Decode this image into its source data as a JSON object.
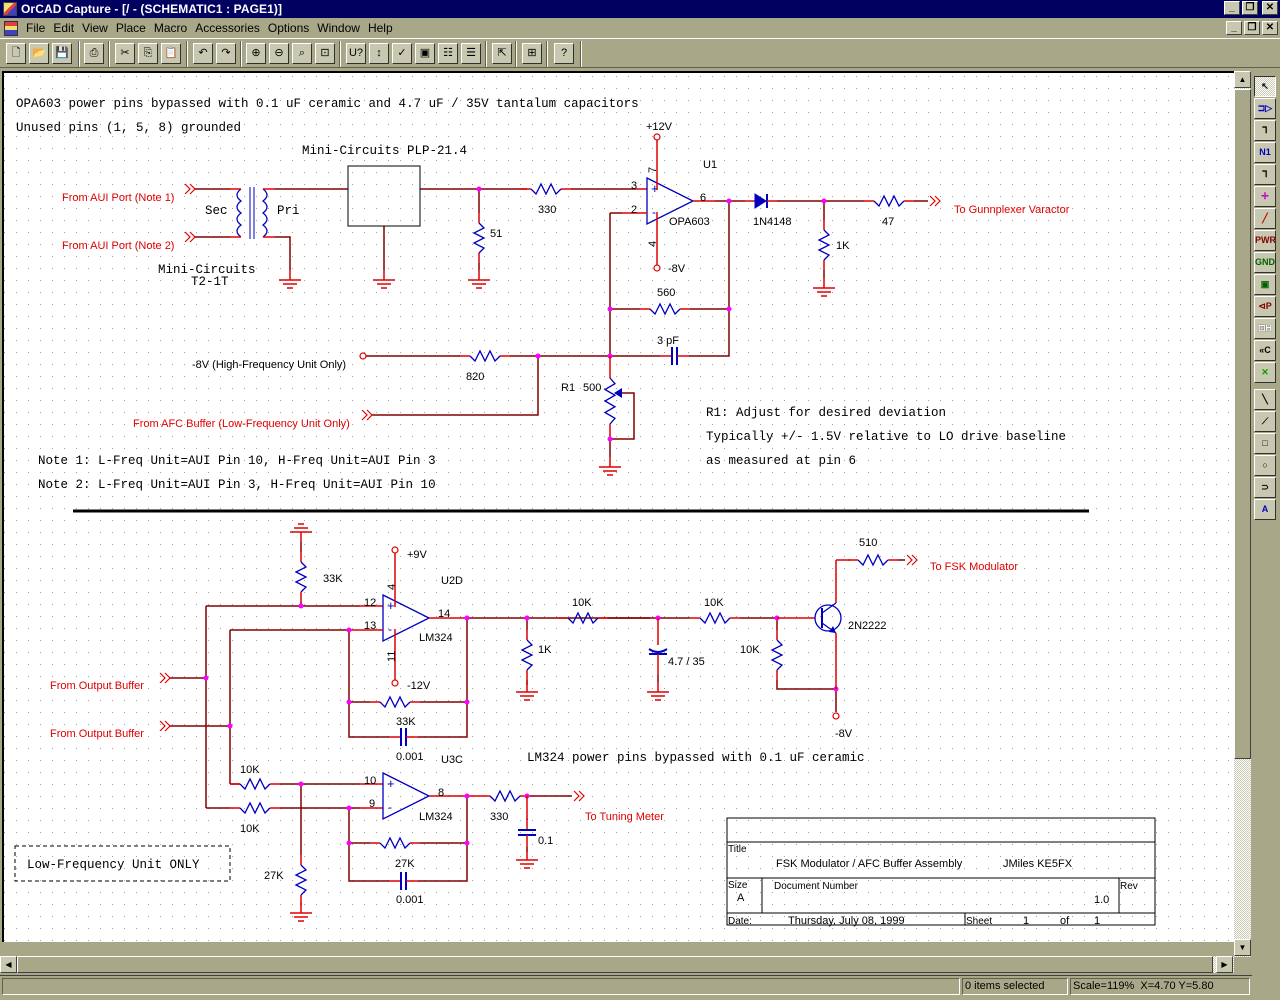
{
  "window": {
    "title": "OrCAD Capture - [/ - (SCHEMATIC1 : PAGE1)]",
    "controls": [
      "minimize",
      "restore",
      "close"
    ]
  },
  "menubar": {
    "items": [
      "File",
      "Edit",
      "View",
      "Place",
      "Macro",
      "Accessories",
      "Options",
      "Window",
      "Help"
    ]
  },
  "toolbar": {
    "buttons": [
      {
        "name": "new",
        "glyph": "🗋"
      },
      {
        "name": "open",
        "glyph": "📂"
      },
      {
        "name": "save",
        "glyph": "💾"
      },
      {
        "name": "print",
        "glyph": "⎙"
      },
      {
        "name": "cut",
        "glyph": "✂"
      },
      {
        "name": "copy",
        "glyph": "⎘"
      },
      {
        "name": "paste",
        "glyph": "📋"
      },
      {
        "name": "undo",
        "glyph": "↶"
      },
      {
        "name": "redo",
        "glyph": "↷"
      },
      {
        "name": "zoom-in",
        "glyph": "⊕"
      },
      {
        "name": "zoom-out",
        "glyph": "⊖"
      },
      {
        "name": "zoom-area",
        "glyph": "⌕"
      },
      {
        "name": "zoom-all",
        "glyph": "⊡"
      },
      {
        "name": "annotate",
        "glyph": "U?"
      },
      {
        "name": "back-annotate",
        "glyph": "↕"
      },
      {
        "name": "design-rules-check",
        "glyph": "✓"
      },
      {
        "name": "create-netlist",
        "glyph": "▣"
      },
      {
        "name": "cross-reference",
        "glyph": "☷"
      },
      {
        "name": "bill-of-materials",
        "glyph": "☰"
      },
      {
        "name": "snap-to-grid",
        "glyph": "⇱"
      },
      {
        "name": "project-manager",
        "glyph": "⊞"
      },
      {
        "name": "help",
        "glyph": "?"
      }
    ]
  },
  "palette": {
    "tools": [
      {
        "name": "select",
        "glyph": "↖",
        "color": "#000000",
        "active": true
      },
      {
        "name": "place-part",
        "glyph": "⊐▷",
        "color": "#0000c0"
      },
      {
        "name": "place-wire",
        "glyph": "⅂",
        "color": "#000000"
      },
      {
        "name": "place-net-alias",
        "glyph": "N1",
        "color": "#0000c0"
      },
      {
        "name": "place-bus",
        "glyph": "⅂",
        "color": "#000000"
      },
      {
        "name": "place-junction",
        "glyph": "✛",
        "color": "#c000c0"
      },
      {
        "name": "place-bus-entry",
        "glyph": "╱",
        "color": "#c00000"
      },
      {
        "name": "place-power",
        "glyph": "PWR",
        "color": "#800000"
      },
      {
        "name": "place-ground",
        "glyph": "GND",
        "color": "#006000"
      },
      {
        "name": "place-hierarchical-block",
        "glyph": "▣",
        "color": "#006000"
      },
      {
        "name": "place-port",
        "glyph": "⊲P",
        "color": "#800000"
      },
      {
        "name": "place-pin",
        "glyph": "⊡H",
        "color": "#ffffff"
      },
      {
        "name": "place-off-page-connector",
        "glyph": "«C",
        "color": "#000000"
      },
      {
        "name": "place-no-connect",
        "glyph": "✕",
        "color": "#00a000"
      },
      {
        "name": "place-line",
        "glyph": "╲",
        "color": "#000000"
      },
      {
        "name": "place-polyline",
        "glyph": "⟋",
        "color": "#000000"
      },
      {
        "name": "place-rectangle",
        "glyph": "□",
        "color": "#000000"
      },
      {
        "name": "place-ellipse",
        "glyph": "○",
        "color": "#000000"
      },
      {
        "name": "place-arc",
        "glyph": "⊃",
        "color": "#000000"
      },
      {
        "name": "place-text",
        "glyph": "A",
        "color": "#0000c0"
      }
    ]
  },
  "schematic": {
    "notes": {
      "opa603_bypass": "OPA603 power pins bypassed with 0.1 uF ceramic and 4.7 uF / 35V tantalum capacitors",
      "unused_pins": "Unused pins (1, 5, 8) grounded",
      "note1": "Note 1: L-Freq Unit=AUI Pin 10, H-Freq Unit=AUI Pin 3",
      "note2": "Note 2: L-Freq Unit=AUI Pin 3, H-Freq Unit=AUI Pin 10",
      "r1_adjust": "R1: Adjust for desired deviation",
      "r1_typical": "Typically +/- 1.5V relative to LO drive baseline",
      "r1_measured": "as measured at pin 6",
      "lm324_bypass": "LM324 power pins bypassed with 0.1 uF ceramic",
      "low_freq_only": "Low-Frequency Unit ONLY"
    },
    "ports": {
      "aui1": "From AUI Port (Note 1)",
      "aui2": "From AUI Port (Note 2)",
      "gunnplexer": "To Gunnplexer Varactor",
      "minus8_hf": "-8V (High-Frequency Unit Only)",
      "afc_buffer": "From AFC Buffer (Low-Frequency Unit Only)",
      "out_buf1": "From Output Buffer",
      "out_buf2": "From Output Buffer",
      "fsk_mod": "To FSK Modulator",
      "tuning_meter": "To Tuning Meter"
    },
    "parts": {
      "filter_name": "Mini-Circuits PLP-21.4",
      "xfmr_name1": "Mini-Circuits",
      "xfmr_name2": "T2-1T",
      "xfmr_sec": "Sec",
      "xfmr_pri": "Pri",
      "r_51": "51",
      "r_330": "330",
      "u1_ref": "U1",
      "u1_part": "OPA603",
      "u1_pin3": "3",
      "u1_pin2": "2",
      "u1_pin6": "6",
      "u1_pin7": "7",
      "u1_pin4": "4",
      "plus12v": "+12V",
      "minus8v_u1": "-8V",
      "d_1n4148": "1N4148",
      "r_47": "47",
      "r_1k_top": "1K",
      "r_560": "560",
      "c_3pf": "3 pF",
      "r_820": "820",
      "r1_ref": "R1",
      "r1_val": "500",
      "r_33k_a": "33K",
      "u2d_ref": "U2D",
      "u2d_part": "LM324",
      "u2d_pin12": "12",
      "u2d_pin13": "13",
      "u2d_pin14": "14",
      "u2d_pin4": "4",
      "u2d_pin11": "11",
      "plus9v": "+9V",
      "minus12v": "-12V",
      "r_33k_b": "33K",
      "c_0001_a": "0.001",
      "r_10k_a": "10K",
      "r_1k_b": "1K",
      "c_47_35": "4.7 / 35",
      "r_10k_b": "10K",
      "r_10k_c": "10K",
      "q_2n2222": "2N2222",
      "r_510": "510",
      "minus8v_q": "-8V",
      "u3c_ref": "U3C",
      "u3c_part": "LM324",
      "u3c_pin10": "10",
      "u3c_pin9": "9",
      "u3c_pin8": "8",
      "r_10k_d": "10K",
      "r_10k_e": "10K",
      "r_27k_a": "27K",
      "r_27k_b": "27K",
      "c_0001_b": "0.001",
      "r_330_b": "330",
      "c_01": "0.1"
    },
    "title_block": {
      "title_label": "Title",
      "title": "FSK Modulator / AFC Buffer Assembly",
      "author": "JMiles KE5FX",
      "size_label": "Size",
      "size": "A",
      "doc_number_label": "Document Number",
      "rev_label": "Rev",
      "rev": "1.0",
      "date_label": "Date:",
      "date": "Thursday, July 08, 1999",
      "sheet_label": "Sheet",
      "sheet": "1",
      "of_label": "of",
      "sheet_total": "1"
    }
  },
  "statusbar": {
    "message": "",
    "selection": "0 items selected",
    "scale": "Scale=119%",
    "coords": "X=4.70  Y=5.80"
  },
  "colors": {
    "wire": "#800000",
    "pin": "#e00000",
    "part_body": "#0000c0",
    "junction": "#ff00ff",
    "port_text": "#e00000",
    "titlebar": "#000060",
    "chrome": "#a8a888"
  }
}
